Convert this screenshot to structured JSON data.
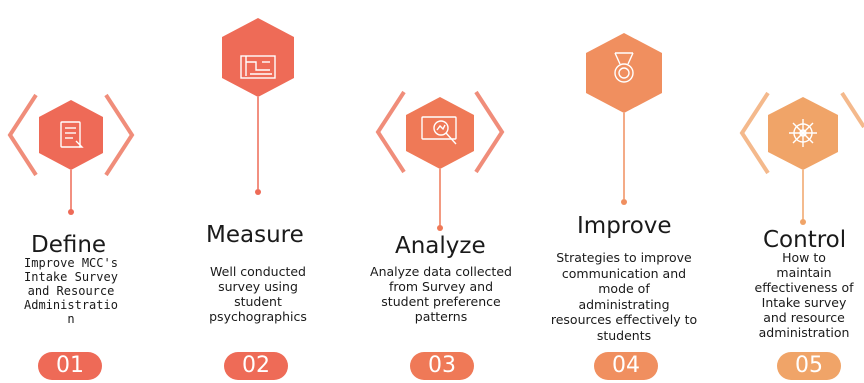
{
  "colors": {
    "coral": "#ef6654",
    "coral_light": "#f08d7a",
    "orange": "#f0a068",
    "orange_light": "#f4b98c"
  },
  "steps": [
    {
      "number": "01",
      "title": "Define",
      "description": "Improve MCC's\nIntake Survey\nand Resource\nAdministratio\nn",
      "icon": "survey-checklist-icon",
      "color": "#ee6a57"
    },
    {
      "number": "02",
      "title": "Measure",
      "description": "Well conducted\nsurvey using\nstudent\npsychographics",
      "icon": "blueprint-icon",
      "color": "#ee6b57"
    },
    {
      "number": "03",
      "title": "Analyze",
      "description": "Analyze data collected\nfrom Survey and\nstudent preference\npatterns",
      "icon": "data-analysis-icon",
      "color": "#ef7957"
    },
    {
      "number": "04",
      "title": "Improve",
      "description": "Strategies to improve\ncommunication and\nmode  of\nadministrating\nresources effectively to\nstudents",
      "icon": "medal-icon",
      "color": "#f08f5f"
    },
    {
      "number": "05",
      "title": "Control",
      "description": "How to\nmaintain\neffectiveness of\nIntake survey\nand resource\nadministration",
      "icon": "ship-wheel-icon",
      "color": "#f0a468"
    }
  ]
}
